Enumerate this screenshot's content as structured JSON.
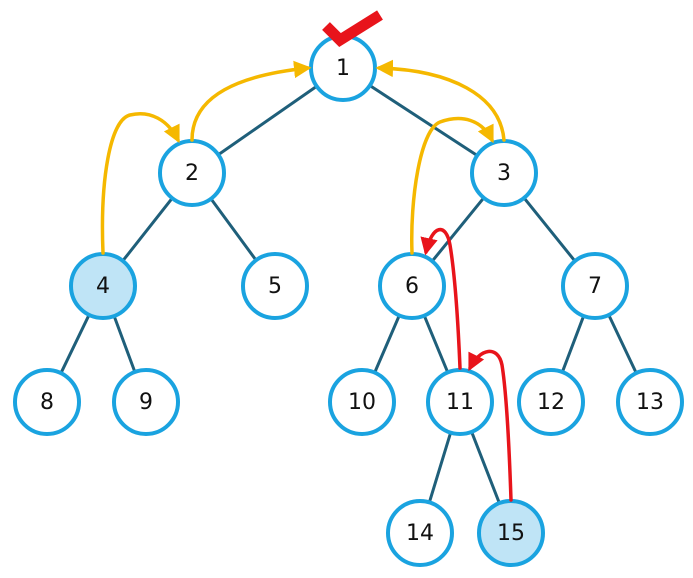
{
  "colors": {
    "edge": "#1f5f7a",
    "node_stroke": "#1aa3e0",
    "node_fill": "#ffffff",
    "node_highlight_fill": "#bfe4f6",
    "arrow_yellow": "#f5b800",
    "arrow_red": "#e8141b",
    "checkmark": "#e8141b"
  },
  "icons": {
    "root_marker": "checkmark-icon"
  },
  "nodes": [
    {
      "id": "1",
      "label": "1",
      "highlighted": false
    },
    {
      "id": "2",
      "label": "2",
      "highlighted": false
    },
    {
      "id": "3",
      "label": "3",
      "highlighted": false
    },
    {
      "id": "4",
      "label": "4",
      "highlighted": true
    },
    {
      "id": "5",
      "label": "5",
      "highlighted": false
    },
    {
      "id": "6",
      "label": "6",
      "highlighted": false
    },
    {
      "id": "7",
      "label": "7",
      "highlighted": false
    },
    {
      "id": "8",
      "label": "8",
      "highlighted": false
    },
    {
      "id": "9",
      "label": "9",
      "highlighted": false
    },
    {
      "id": "10",
      "label": "10",
      "highlighted": false
    },
    {
      "id": "11",
      "label": "11",
      "highlighted": false
    },
    {
      "id": "12",
      "label": "12",
      "highlighted": false
    },
    {
      "id": "13",
      "label": "13",
      "highlighted": false
    },
    {
      "id": "14",
      "label": "14",
      "highlighted": false
    },
    {
      "id": "15",
      "label": "15",
      "highlighted": true
    }
  ],
  "edges": [
    [
      "1",
      "2"
    ],
    [
      "1",
      "3"
    ],
    [
      "2",
      "4"
    ],
    [
      "2",
      "5"
    ],
    [
      "3",
      "6"
    ],
    [
      "3",
      "7"
    ],
    [
      "4",
      "8"
    ],
    [
      "4",
      "9"
    ],
    [
      "6",
      "10"
    ],
    [
      "6",
      "11"
    ],
    [
      "7",
      "12"
    ],
    [
      "7",
      "13"
    ],
    [
      "11",
      "14"
    ],
    [
      "11",
      "15"
    ]
  ],
  "arrows": [
    {
      "from": "4",
      "to": "2",
      "color": "yellow"
    },
    {
      "from": "2",
      "to": "1",
      "color": "yellow"
    },
    {
      "from": "6",
      "to": "3",
      "color": "yellow"
    },
    {
      "from": "3",
      "to": "1",
      "color": "yellow"
    },
    {
      "from": "15",
      "to": "11",
      "color": "red"
    },
    {
      "from": "11",
      "to": "6",
      "color": "red"
    }
  ]
}
